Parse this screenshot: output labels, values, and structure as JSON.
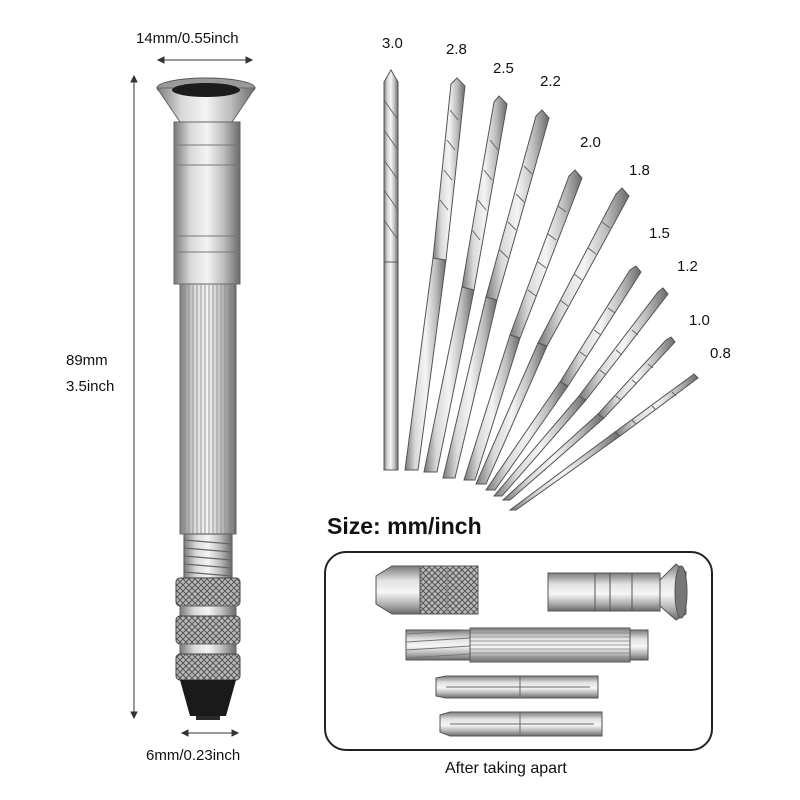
{
  "dimensions": {
    "top_width": "14mm/0.55inch",
    "length_mm": "89mm",
    "length_inch": "3.5inch",
    "bottom_width": "6mm/0.23inch"
  },
  "bit_sizes": [
    "3.0",
    "2.8",
    "2.5",
    "2.2",
    "2.0",
    "1.8",
    "1.5",
    "1.2",
    "1.0",
    "0.8"
  ],
  "size_title": "Size: mm/inch",
  "panel_caption": "After taking apart",
  "colors": {
    "metal_light": "#e6e6e6",
    "metal_mid": "#b5b5b5",
    "metal_dark": "#6f6f6f",
    "tip": "#1a1a1a"
  }
}
